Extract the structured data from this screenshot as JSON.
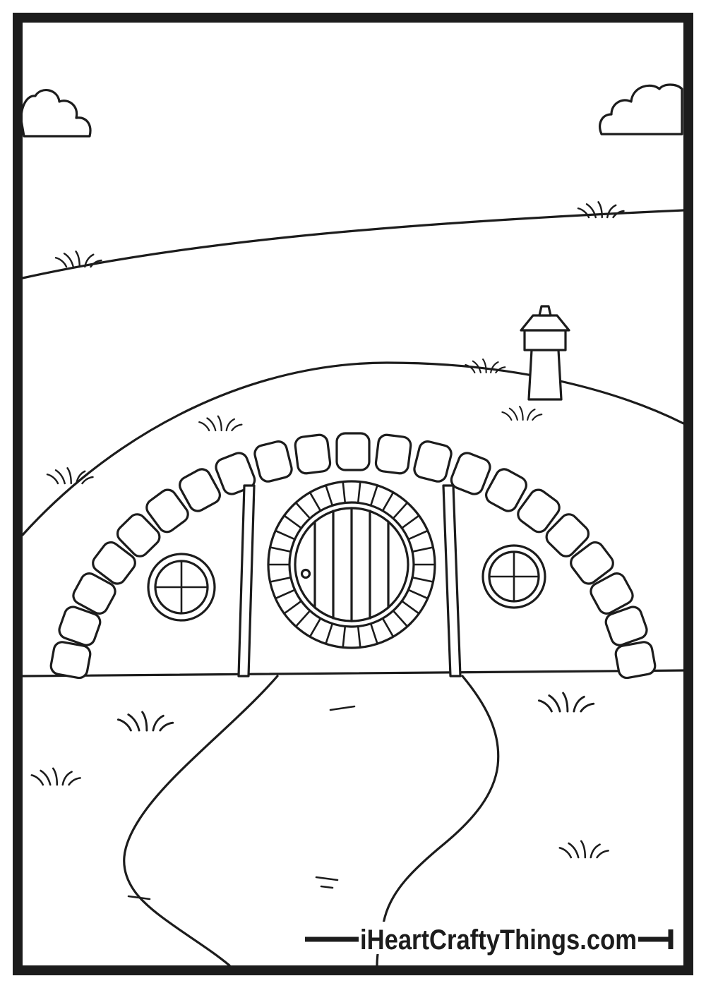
{
  "palette": {
    "ink": "#1c1c1c",
    "paper": "#ffffff"
  },
  "watermark": {
    "text": "iHeartCraftyThings.com"
  },
  "scene": {
    "type": "coloring-page-line-art",
    "subject": "hobbit house built into a grassy hill",
    "elements": [
      "left-cloud",
      "right-cloud",
      "distant-hill-horizon",
      "hill-dome",
      "chimney",
      "stone-arch",
      "left-door-post",
      "right-door-post",
      "round-door-with-brick-ring",
      "left-round-window",
      "right-round-window",
      "ground-line",
      "winding-path",
      "grass-tufts",
      "watermark-bar"
    ]
  }
}
